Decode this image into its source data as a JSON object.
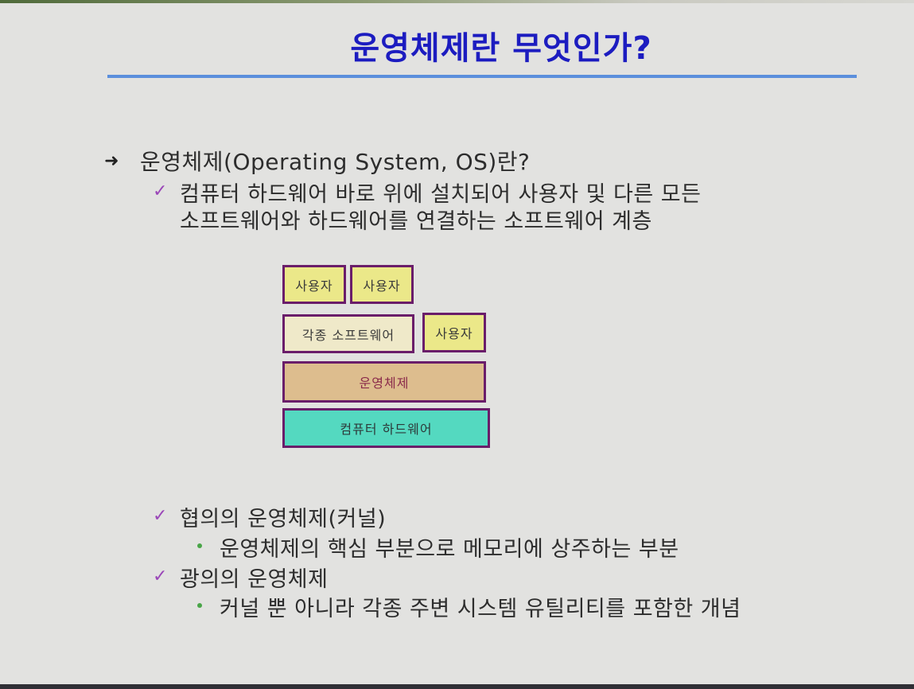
{
  "slide": {
    "title": "운영체제란 무엇인가?",
    "definition": {
      "heading": "운영체제(Operating System, OS)란?",
      "desc_line1": "컴퓨터 하드웨어 바로 위에 설치되어 사용자 및 다른 모든",
      "desc_line2": "소프트웨어와 하드웨어를 연결하는 소프트웨어 계층"
    },
    "diagram": {
      "user1": "사용자",
      "user2": "사용자",
      "software": "각종 소프트웨어",
      "user3": "사용자",
      "os": "운영체제",
      "hardware": "컴퓨터 하드웨어"
    },
    "narrow": {
      "heading": "협의의 운영체제(커널)",
      "detail": "운영체제의 핵심 부분으로 메모리에 상주하는 부분"
    },
    "broad": {
      "heading": "광의의 운영체제",
      "detail": "커널 뿐 아니라 각종 주변 시스템 유틸리티를 포함한 개념"
    }
  },
  "colors": {
    "title": "#1c1cc0",
    "rule": "#5b8fdc",
    "check": "#9a46b8",
    "dot": "#49a548",
    "box_border": "#6a1d6a",
    "user_box": "#ebe889",
    "software_box": "#efe9c9",
    "os_box": "#ddbd8e",
    "hardware_box": "#54d9c0"
  },
  "icons": {
    "main_bullet": "arrow-bullet-icon",
    "sub_bullet": "checkmark-icon",
    "detail_bullet": "dot-icon"
  }
}
